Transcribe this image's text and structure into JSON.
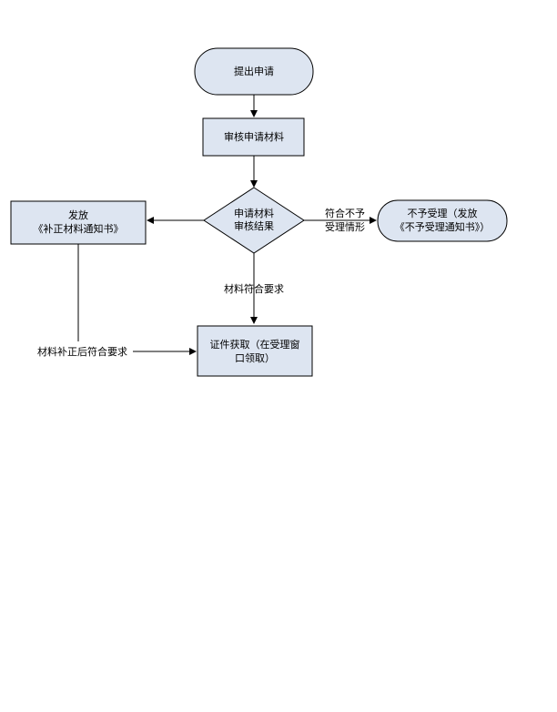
{
  "nodes": {
    "submit": "提出申请",
    "review": "审核申请材料",
    "decision": [
      "申请材料",
      "审核结果"
    ],
    "notice": [
      "发放",
      "《补正材料通知书》"
    ],
    "reject": [
      "不予受理（发放",
      "《不予受理通知书》）"
    ],
    "certificate": [
      "证件获取（在受理窗",
      "口领取）"
    ]
  },
  "edges": {
    "not_accepted": [
      "符合不予",
      "受理情形"
    ],
    "meets_requirements": "材料符合要求",
    "after_correction": "材料补正后符合要求"
  },
  "colors": {
    "node_fill": "#dde5f1",
    "stroke": "#000000",
    "text": "#000000",
    "background": "#ffffff"
  }
}
